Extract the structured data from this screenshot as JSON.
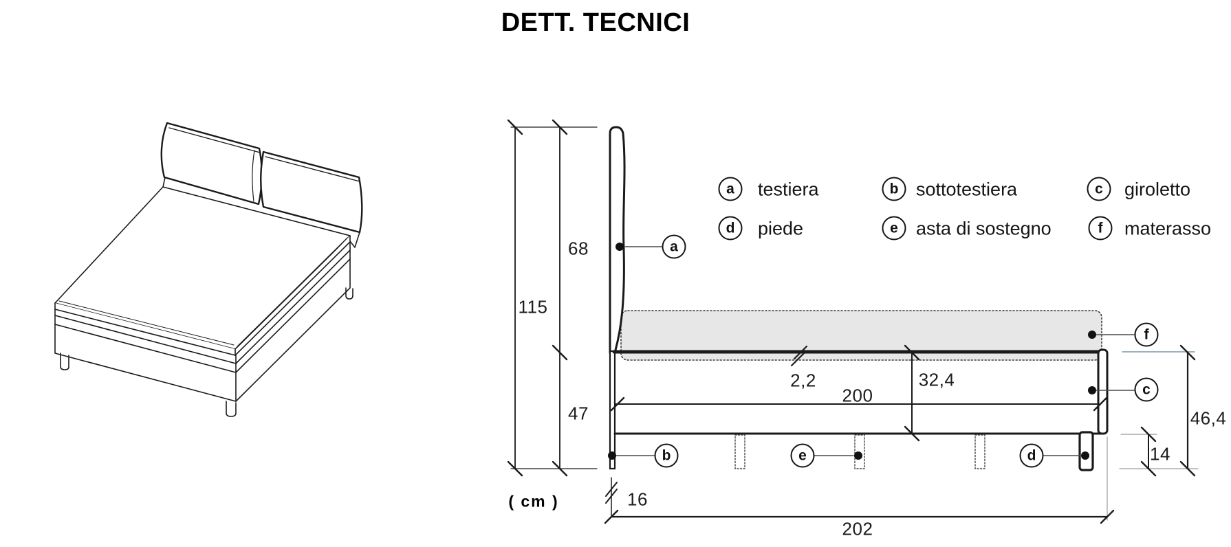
{
  "title": "DETT. TECNICI",
  "units_label": "( cm )",
  "legend": {
    "items": [
      {
        "letter": "a",
        "label": "testiera"
      },
      {
        "letter": "b",
        "label": "sottotestiera"
      },
      {
        "letter": "c",
        "label": "giroletto"
      },
      {
        "letter": "d",
        "label": "piede"
      },
      {
        "letter": "e",
        "label": "asta di sostegno"
      },
      {
        "letter": "f",
        "label": "materasso"
      }
    ]
  },
  "callouts": {
    "a": "a",
    "b": "b",
    "c": "c",
    "d": "d",
    "e": "e",
    "f": "f"
  },
  "dimensions": {
    "total_height": "115",
    "headboard_above_base": "68",
    "base_height_head": "47",
    "rail_top_thickness": "2,2",
    "inner_length": "200",
    "frame_side_height": "32,4",
    "frame_height_foot": "46,4",
    "leg_clearance_height": "14",
    "headboard_depth": "16",
    "total_length": "202"
  },
  "colors": {
    "line": "#1a1a1a",
    "leader": "#4a4a4a",
    "extension_gray": "#9a9a9a",
    "extension_blue": "#7b97a6",
    "mattress_fill": "#e7e7e7"
  }
}
